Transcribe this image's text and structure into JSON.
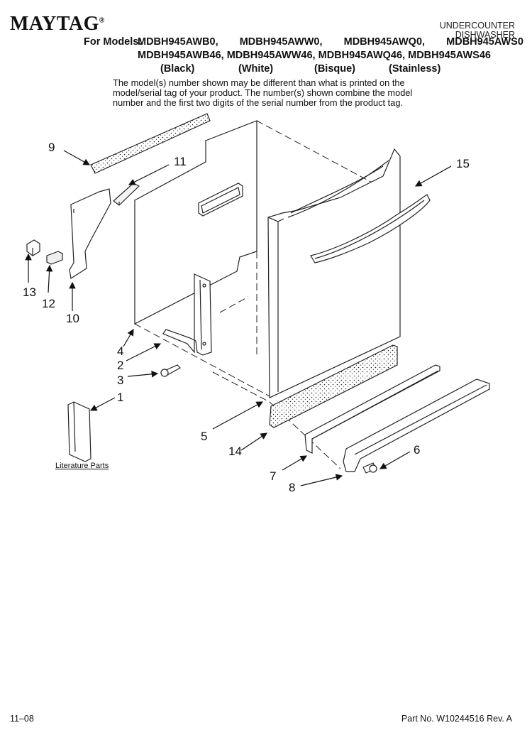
{
  "header": {
    "brand": "MAYTAG",
    "brand_mark": "®",
    "product_type_line1": "UNDERCOUNTER",
    "product_type_line2": "DISHWASHER",
    "models_label": "For Models:",
    "models_row1": [
      "MDBH945AWB0,",
      "MDBH945AWW0,",
      "MDBH945AWQ0,",
      "MDBH945AWS0"
    ],
    "models_row2": "MDBH945AWB46, MDBH945AWW46, MDBH945AWQ46, MDBH945AWS46",
    "finishes": [
      "(Black)",
      "(White)",
      "(Bisque)",
      "(Stainless)"
    ],
    "note": "The model(s) number shown may be different than what is printed on the model/serial tag of your product. The number(s) shown combine the model number and the first two digits of the serial number from the product tag."
  },
  "callouts": [
    "9",
    "11",
    "15",
    "13",
    "12",
    "10",
    "4",
    "2",
    "3",
    "1",
    "5",
    "14",
    "6",
    "7",
    "8"
  ],
  "literature_label": "Literature Parts",
  "footer": {
    "date": "11–08",
    "part_number": "Part No. W10244516 Rev. A"
  }
}
